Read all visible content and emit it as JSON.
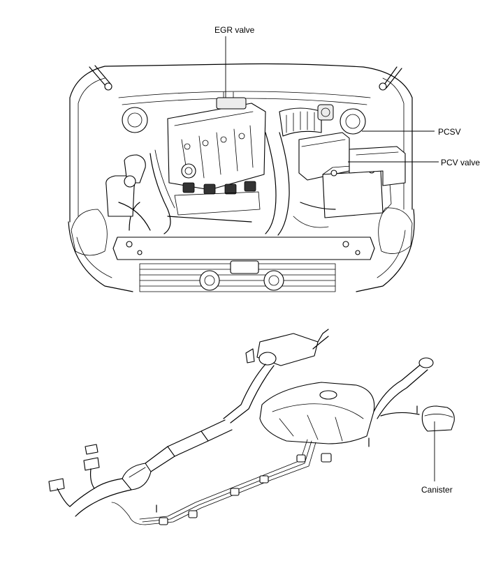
{
  "labels": {
    "egr_valve": "EGR valve",
    "pcsv": "PCSV",
    "pcv_valve": "PCV valve",
    "canister": "Canister"
  }
}
